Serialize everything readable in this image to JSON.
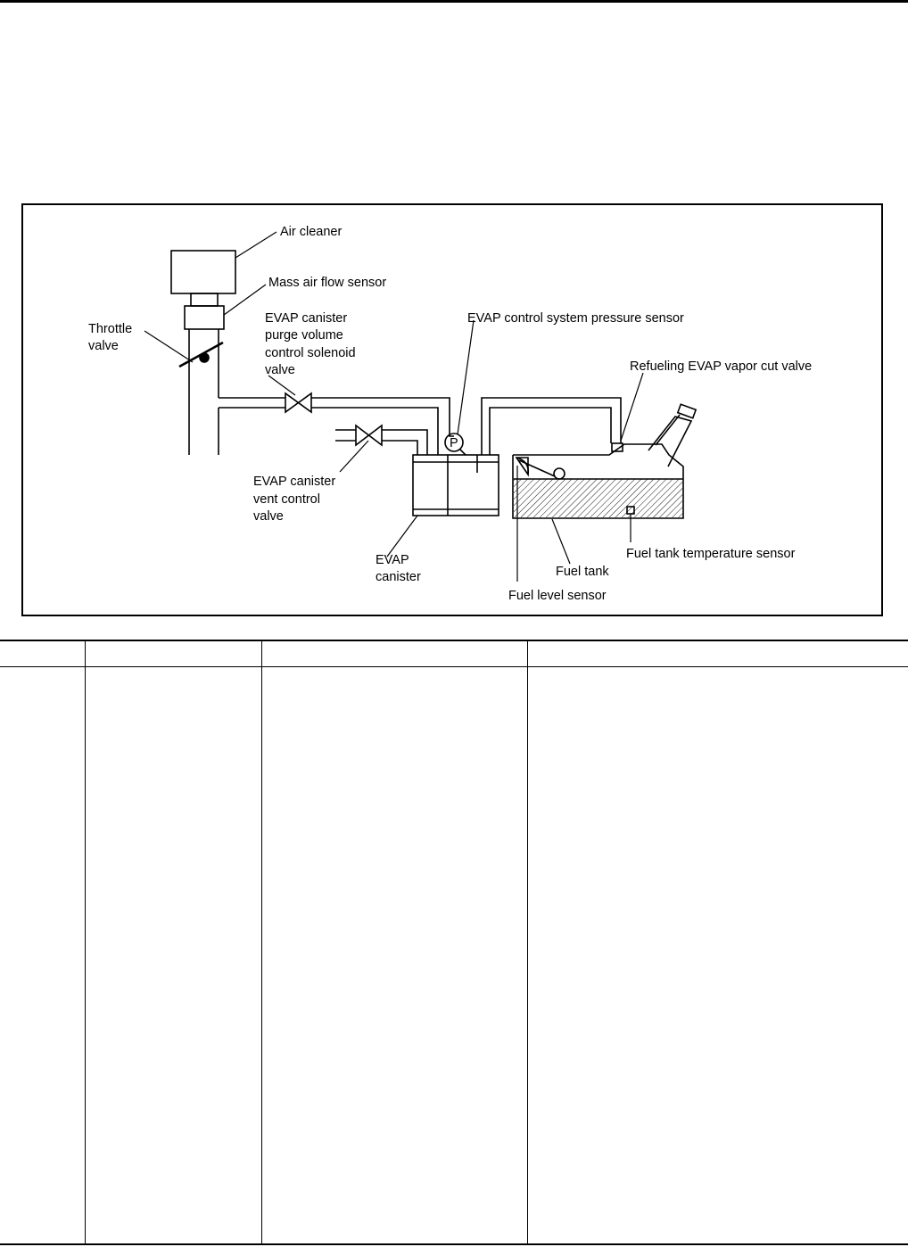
{
  "diagram": {
    "labels": {
      "air_cleaner": "Air cleaner",
      "mass_air_flow_sensor": "Mass air flow sensor",
      "throttle_valve_1": "Throttle",
      "throttle_valve_2": "valve",
      "purge_valve_1": "EVAP canister",
      "purge_valve_2": "purge volume",
      "purge_valve_3": "control solenoid",
      "purge_valve_4": "valve",
      "pressure_sensor": "EVAP control system pressure sensor",
      "pressure_symbol": "P",
      "vapor_cut_valve": "Refueling EVAP vapor cut valve",
      "vent_valve_1": "EVAP canister",
      "vent_valve_2": "vent control",
      "vent_valve_3": "valve",
      "canister_1": "EVAP",
      "canister_2": "canister",
      "fuel_tank_temp_sensor": "Fuel tank temperature sensor",
      "fuel_tank": "Fuel tank",
      "fuel_level_sensor": "Fuel level sensor"
    }
  },
  "table": {
    "headers": [
      "",
      "",
      "",
      ""
    ],
    "rows": []
  }
}
